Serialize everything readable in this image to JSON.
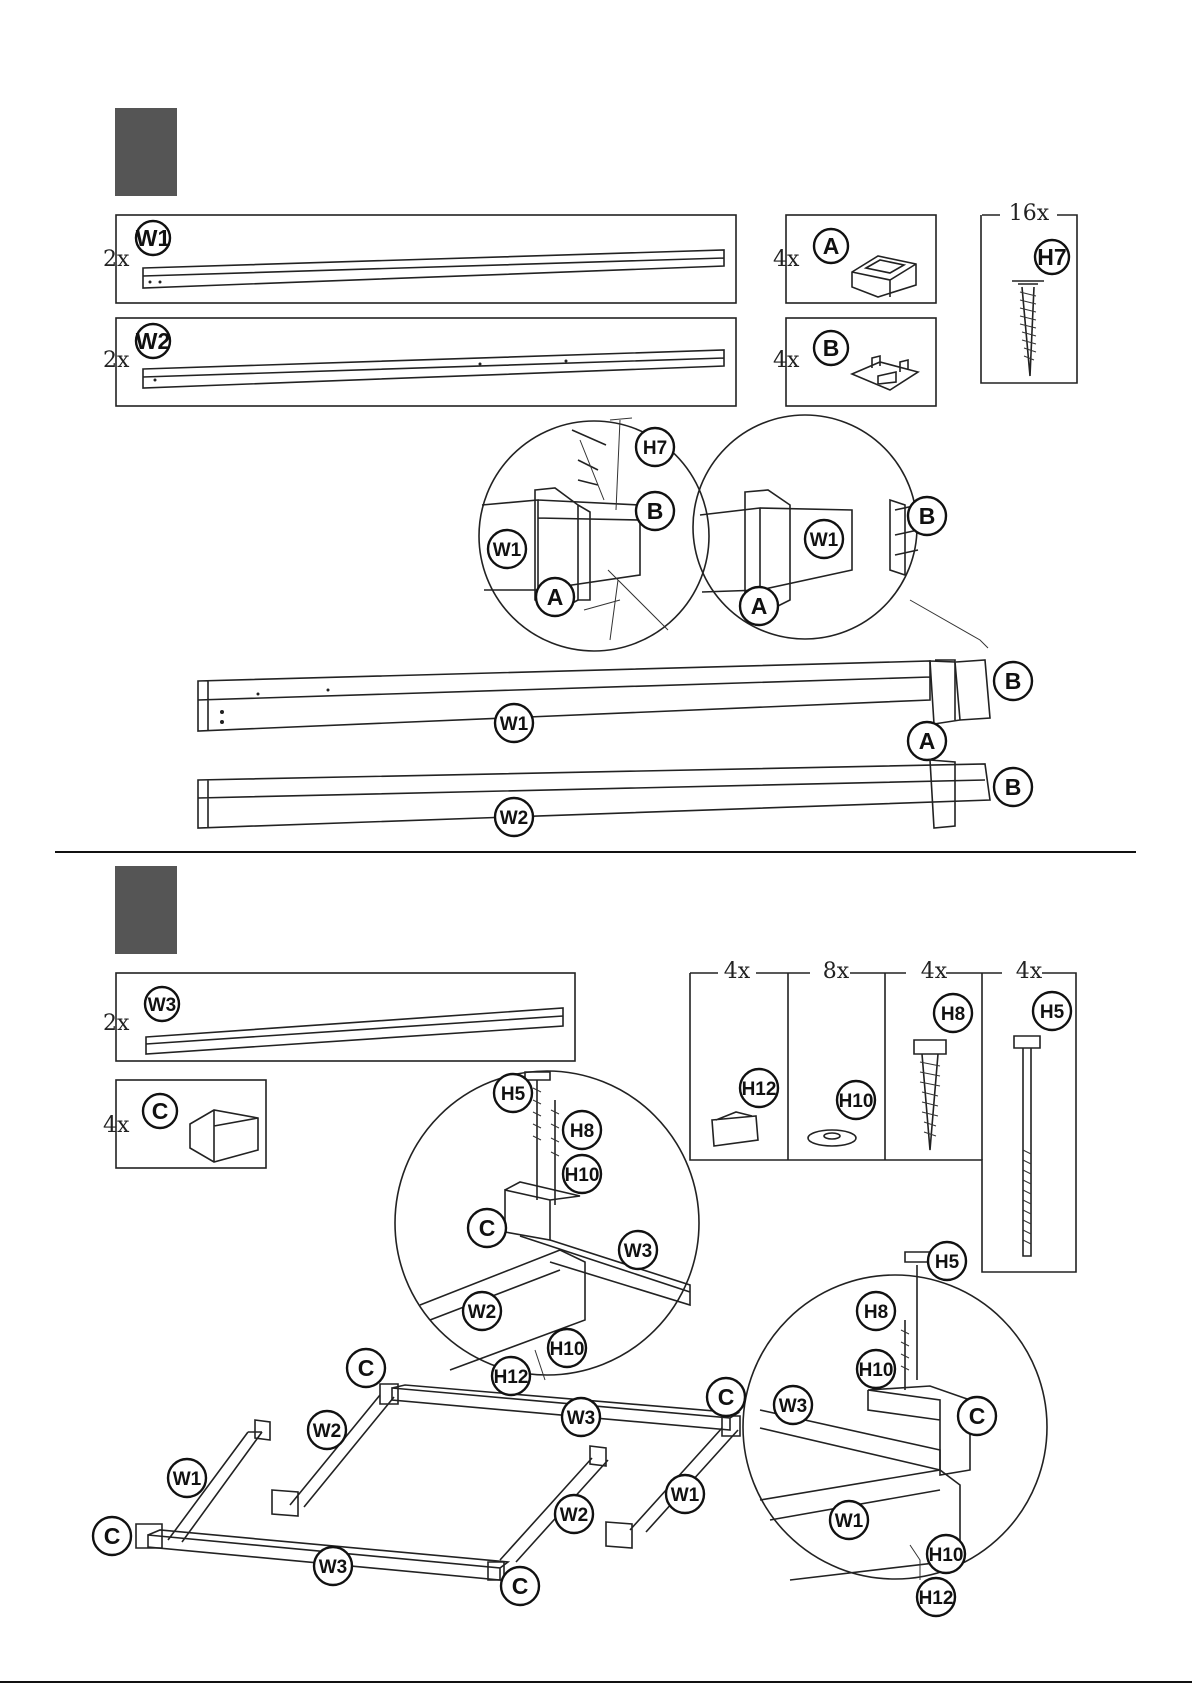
{
  "step1": {
    "parts": {
      "w1": {
        "qty": "2x",
        "code": "W1"
      },
      "w2": {
        "qty": "2x",
        "code": "W2"
      },
      "a": {
        "qty": "4x",
        "code": "A"
      },
      "b": {
        "qty": "4x",
        "code": "B"
      },
      "h7": {
        "qty": "16x",
        "code": "H7"
      }
    },
    "callouts": {
      "h7": "H7",
      "b1": "B",
      "w1a": "W1",
      "a1": "A",
      "b2": "B",
      "w1b": "W1",
      "a2": "A",
      "b3": "B",
      "w1c": "W1",
      "a3": "A",
      "b4": "B",
      "w2a": "W2"
    }
  },
  "step2": {
    "parts": {
      "w3": {
        "qty": "2x",
        "code": "W3"
      },
      "c": {
        "qty": "4x",
        "code": "C"
      },
      "h12": {
        "qty": "4x",
        "code": "H12"
      },
      "h10": {
        "qty": "8x",
        "code": "H10"
      },
      "h8": {
        "qty": "4x",
        "code": "H8"
      },
      "h5": {
        "qty": "4x",
        "code": "H5"
      }
    },
    "callouts": {
      "h5a": "H5",
      "h8a": "H8",
      "h10a": "H10",
      "ca": "C",
      "w3a": "W3",
      "w2a": "W2",
      "h10b": "H10",
      "h12a": "H12",
      "h5b": "H5",
      "h8b": "H8",
      "h10c": "H10",
      "w3b": "W3",
      "cb": "C",
      "w1a": "W1",
      "h10d": "H10",
      "h12b": "H12",
      "cc": "C",
      "w3c": "W3",
      "cd": "C",
      "w2b": "W2",
      "w1b": "W1",
      "w1c": "W1",
      "w2c": "W2",
      "ce": "C",
      "w3d": "W3",
      "cf": "C"
    }
  }
}
